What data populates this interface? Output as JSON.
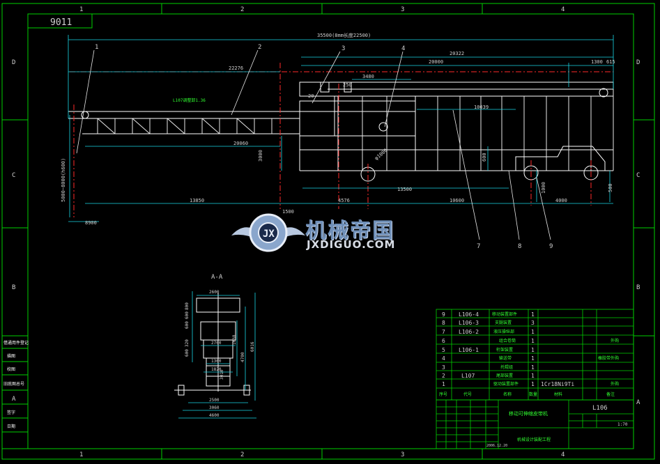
{
  "sheet": {
    "drawing_code": "9011",
    "grid_cols": [
      "1",
      "2",
      "3",
      "4"
    ],
    "grid_rows": [
      "D",
      "C",
      "B",
      "A"
    ]
  },
  "dimensions_main": {
    "overall": "35500(8mm长度22500)",
    "d_22276": "22276",
    "d_20322": "20322",
    "d_20000": "20000",
    "d_1300": "1300",
    "d_615": "615",
    "d_3480": "3480",
    "d_250": "250",
    "d_20": "20",
    "d_10039": "10039",
    "d_20060": "20060",
    "d_3000": "3000",
    "d_600": "600",
    "d_1000_vert": "1000",
    "d_500": "500",
    "d_13500": "13500",
    "d_13850": "13850",
    "d_1500": "1500",
    "d_4576": "4576",
    "d_10600": "10600",
    "d_4000": "4000",
    "d_8900": "8900",
    "d_height": "5000~8000(h600)",
    "d_phi": "φ1000",
    "label_l107": "L107调整卸1.36"
  },
  "callouts": [
    "1",
    "2",
    "3",
    "4",
    "7",
    "8",
    "9"
  ],
  "section": {
    "title": "A-A",
    "dims": [
      "2600",
      "800",
      "600",
      "600",
      "320",
      "600",
      "2700",
      "1360",
      "1820",
      "2500",
      "3060",
      "4600",
      "1638",
      "4700",
      "6016",
      "3010"
    ]
  },
  "bom": {
    "rows": [
      {
        "no": "9",
        "code": "L106-4",
        "name": "移动装置部件",
        "qty": "1",
        "mat": "",
        "note": ""
      },
      {
        "no": "8",
        "code": "L106-3",
        "name": "支腿装置",
        "qty": "3",
        "mat": "",
        "note": ""
      },
      {
        "no": "7",
        "code": "L106-2",
        "name": "液压操纵部",
        "qty": "1",
        "mat": "",
        "note": ""
      },
      {
        "no": "6",
        "code": "",
        "name": "组合卷筒",
        "qty": "1",
        "mat": "",
        "note": "外购"
      },
      {
        "no": "5",
        "code": "L106-1",
        "name": "桁架装置",
        "qty": "1",
        "mat": "",
        "note": ""
      },
      {
        "no": "4",
        "code": "",
        "name": "输送带",
        "qty": "1",
        "mat": "",
        "note": "橡胶带外购"
      },
      {
        "no": "3",
        "code": "",
        "name": "托辊组",
        "qty": "1",
        "mat": "",
        "note": ""
      },
      {
        "no": "2",
        "code": "L107",
        "name": "尾部装置",
        "qty": "1",
        "mat": "",
        "note": ""
      },
      {
        "no": "1",
        "code": "",
        "name": "驱动装置部件",
        "qty": "1",
        "mat": "1Cr18Ni9Ti",
        "note": "外购"
      }
    ],
    "header": [
      "序号",
      "代号",
      "名称",
      "数量",
      "材料",
      "备注"
    ]
  },
  "title_block": {
    "product": "移动可伸缩皮带机",
    "drawing_no": "L106",
    "subtitle": "机械设计装配工程",
    "scale": "1:70",
    "date": "2006.12.20",
    "left_labels": [
      "借通用件登记",
      "描图",
      "校图",
      "旧底图总号",
      "签字",
      "日期"
    ]
  },
  "watermark": {
    "title": "机械帝国",
    "url": "JXDIGUO.COM"
  },
  "colors": {
    "frame": "#00d000",
    "structure": "#ffffff",
    "dimension": "#19d7e6",
    "leader": "#e8e8e8",
    "centerline": "#ff2a2a",
    "accent_green": "#30ff30"
  }
}
